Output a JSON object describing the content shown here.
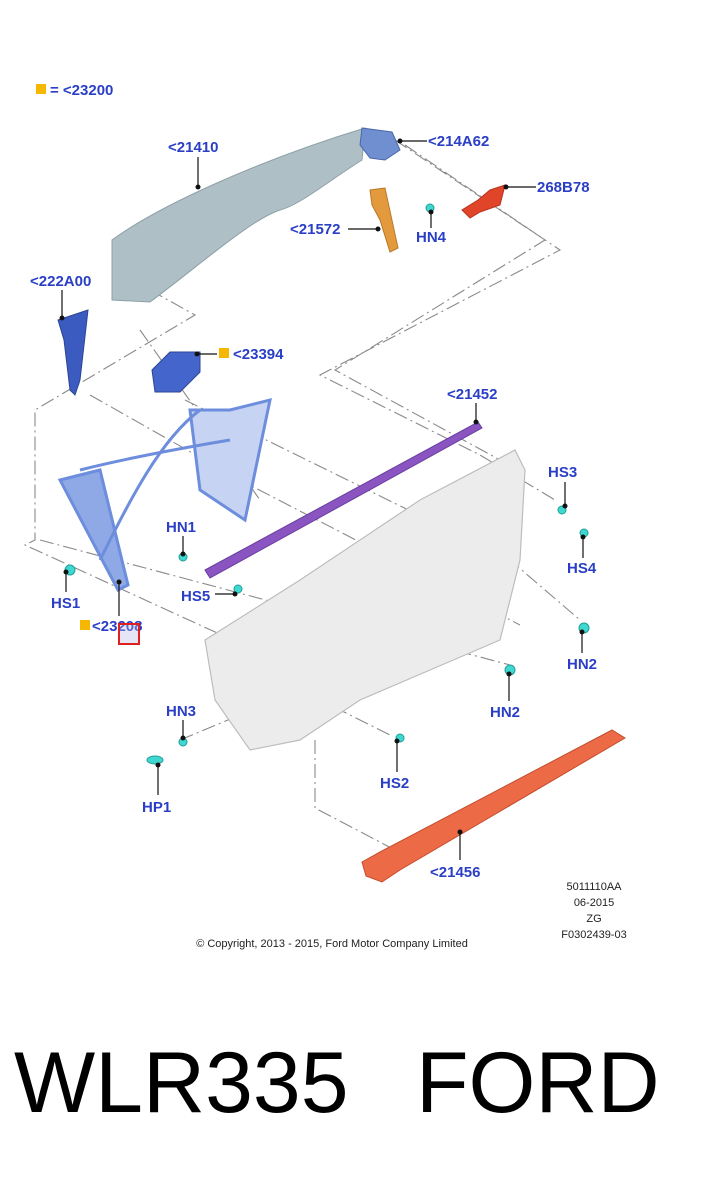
{
  "legend": {
    "marker_color": "#f5b700",
    "text": "= <23200"
  },
  "parts": [
    {
      "id": "21410",
      "label": "<21410",
      "color": "#aebfc6"
    },
    {
      "id": "214A62",
      "label": "<214A62",
      "color": "#6f8fd0"
    },
    {
      "id": "268B78",
      "label": "268B78",
      "color": "#e0452a"
    },
    {
      "id": "21572",
      "label": "<21572",
      "color": "#e39a3c"
    },
    {
      "id": "HN4",
      "label": "HN4",
      "color": "#3fd8d0"
    },
    {
      "id": "222A00",
      "label": "<222A00",
      "color": "#3c5bc0"
    },
    {
      "id": "23394",
      "label": "<23394",
      "color": "#4466cc"
    },
    {
      "id": "21452",
      "label": "<21452",
      "color": "#8a55c0"
    },
    {
      "id": "HS3",
      "label": "HS3",
      "color": "#3fd8d0"
    },
    {
      "id": "HS4",
      "label": "HS4",
      "color": "#3fd8d0"
    },
    {
      "id": "HN1",
      "label": "HN1",
      "color": "#3fd8d0"
    },
    {
      "id": "HS5",
      "label": "HS5",
      "color": "#3fd8d0"
    },
    {
      "id": "HS1",
      "label": "HS1",
      "color": "#3fd8d0"
    },
    {
      "id": "23208",
      "label": "<23208",
      "color": "#6d8ddd"
    },
    {
      "id": "HN2a",
      "label": "HN2",
      "color": "#3fd8d0"
    },
    {
      "id": "HN2b",
      "label": "HN2",
      "color": "#3fd8d0"
    },
    {
      "id": "HN3",
      "label": "HN3",
      "color": "#3fd8d0"
    },
    {
      "id": "HS2",
      "label": "HS2",
      "color": "#3fd8d0"
    },
    {
      "id": "HP1",
      "label": "HP1",
      "color": "#3fd8d0"
    },
    {
      "id": "21456",
      "label": "<21456",
      "color": "#ec6a45"
    }
  ],
  "info_block": [
    "5011110AA",
    "06-2015",
    "ZG",
    "F0302439-03"
  ],
  "copyright": "© Copyright, 2013 - 2015, Ford Motor Company Limited",
  "footer": {
    "part_number": "WLR335",
    "brand": "FORD"
  },
  "highlight_color": "#e02020"
}
